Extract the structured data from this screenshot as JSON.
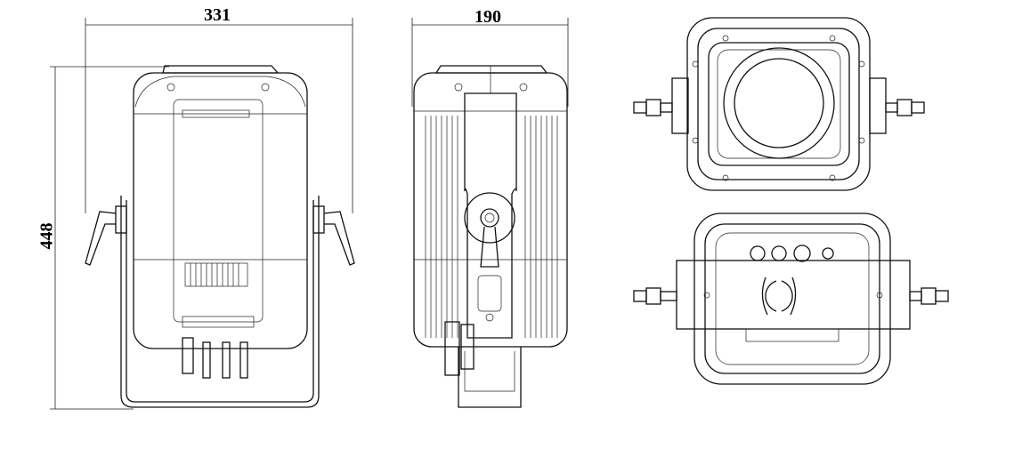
{
  "dimensions": {
    "front_width": "331",
    "side_depth": "190",
    "height": "448"
  },
  "views": [
    "front-view",
    "side-view",
    "top-view",
    "bottom-view"
  ],
  "colors": {
    "line": "#111111",
    "background": "#ffffff"
  }
}
